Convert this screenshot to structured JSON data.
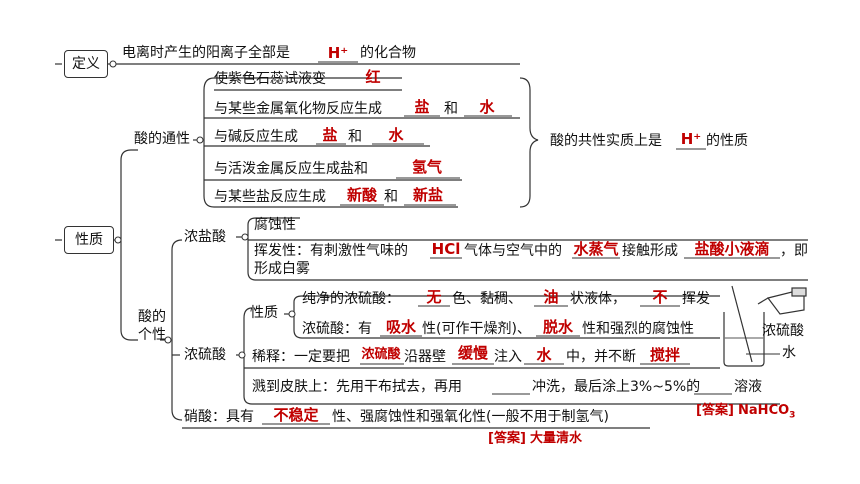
{
  "nodes": {
    "definition": "定义",
    "properties": "性质",
    "acid_general": "酸的通性",
    "acid_individual_line1": "酸的",
    "acid_individual_line2": "个性",
    "conc_hcl": "浓盐酸",
    "conc_h2so4": "浓硫酸",
    "h2so4_property": "性质"
  },
  "definition": {
    "pre": "电离时产生的阳离子全部是",
    "answer": "H⁺",
    "post": "的化合物"
  },
  "general": {
    "r1": {
      "pre": "使紫色石蕊试液变",
      "a1": "红"
    },
    "r2": {
      "pre": "与某些金属氧化物反应生成",
      "a1": "盐",
      "mid": "和",
      "a2": "水"
    },
    "r3": {
      "pre": "与碱反应生成",
      "a1": "盐",
      "mid": "和",
      "a2": "水"
    },
    "r4": {
      "pre": "与活泼金属反应生成盐和",
      "a1": "氢气"
    },
    "r5": {
      "pre": "与某些盐反应生成",
      "a1": "新酸",
      "mid": "和",
      "a2": "新盐"
    },
    "essence": {
      "pre": "酸的共性实质上是",
      "answer": "H⁺",
      "post": "的性质"
    }
  },
  "hcl": {
    "r1": "腐蚀性",
    "r2": {
      "pre": "挥发性：有刺激性气味的",
      "a1": "HCl",
      "mid1": "气体与空气中的",
      "a2": "水蒸气",
      "mid2": "接触形成",
      "a3": "盐酸小液滴",
      "post": "，即"
    },
    "r3": "形成白雾"
  },
  "h2so4": {
    "p1": {
      "pre": "纯净的浓硫酸：",
      "a1": "无",
      "mid1": "色、黏稠、",
      "a2": "油",
      "mid2": "状液体，",
      "a3": "不",
      "post": "挥发"
    },
    "p2": {
      "pre": "浓硫酸：有",
      "a1": "吸水",
      "mid1": "性(可作干燥剂)、",
      "a2": "脱水",
      "post": "性和强烈的腐蚀性"
    },
    "dilute": {
      "pre": "稀释：一定要把",
      "a1": "浓硫酸",
      "mid1": "沿器壁",
      "a2": "缓慢",
      "mid2": "注入",
      "a3": "水",
      "mid3": "中，并不断",
      "a4": "搅拌"
    },
    "splash": {
      "pre": "溅到皮肤上：先用干布拭去，再用",
      "mid": "冲洗，最后涂上3%~5%的",
      "post": "溶液"
    }
  },
  "hno3": {
    "pre": "硝酸：具有",
    "a1": "不稳定",
    "post": "性、强腐蚀性和强氧化性(一般不用于制氢气)"
  },
  "figure": {
    "label_line1": "浓硫酸",
    "label_line2": "水"
  },
  "answers": {
    "nahco3_label": "[答案]",
    "nahco3_value": "NaHCO",
    "nahco3_sub": "3",
    "water_label": "[答案]",
    "water_value": "大量清水"
  }
}
